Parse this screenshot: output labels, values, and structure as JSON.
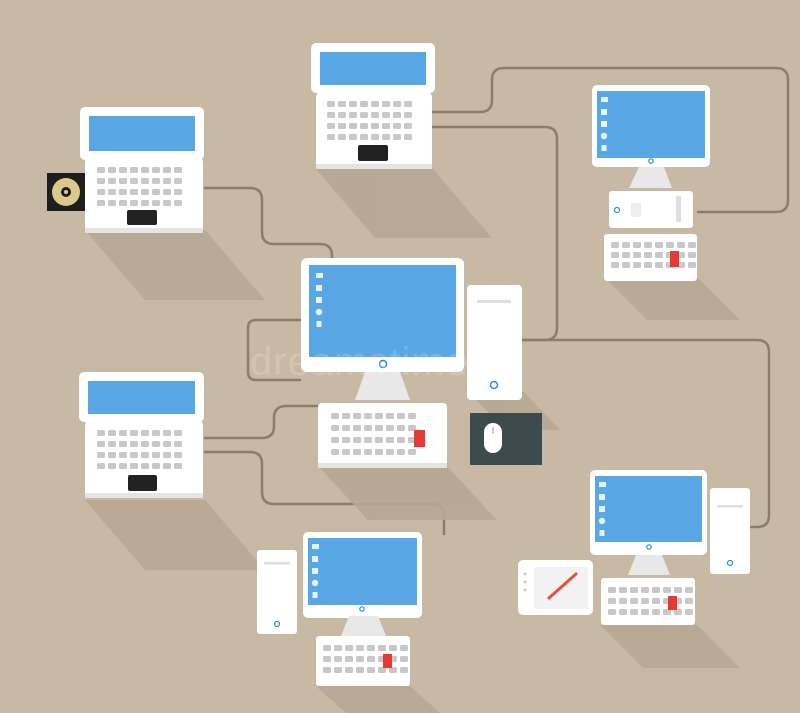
{
  "palette": {
    "background": "#c7b9a4",
    "shadow": "#b6a893",
    "device_body": "#ffffff",
    "device_edge": "#e6e6e6",
    "screen": "#5aa7e6",
    "cable": "#8c7c6c",
    "key": "#c8c8c8",
    "accent_key": "#e53935",
    "mousepad": "#3d4b4d"
  },
  "devices": [
    {
      "id": "laptop-top-left",
      "type": "laptop-icon"
    },
    {
      "id": "laptop-top-center",
      "type": "laptop-icon"
    },
    {
      "id": "desktop-top-right",
      "type": "desktop-computer-icon"
    },
    {
      "id": "desktop-center-hub",
      "type": "desktop-computer-icon"
    },
    {
      "id": "laptop-mid-left",
      "type": "laptop-icon"
    },
    {
      "id": "desktop-bottom-center",
      "type": "desktop-computer-icon"
    },
    {
      "id": "desktop-bottom-right",
      "type": "desktop-computer-icon"
    }
  ],
  "peripherals": [
    "cd-disc-icon",
    "mouse-icon",
    "graphics-tablet-icon"
  ],
  "watermark": "dreamstime"
}
